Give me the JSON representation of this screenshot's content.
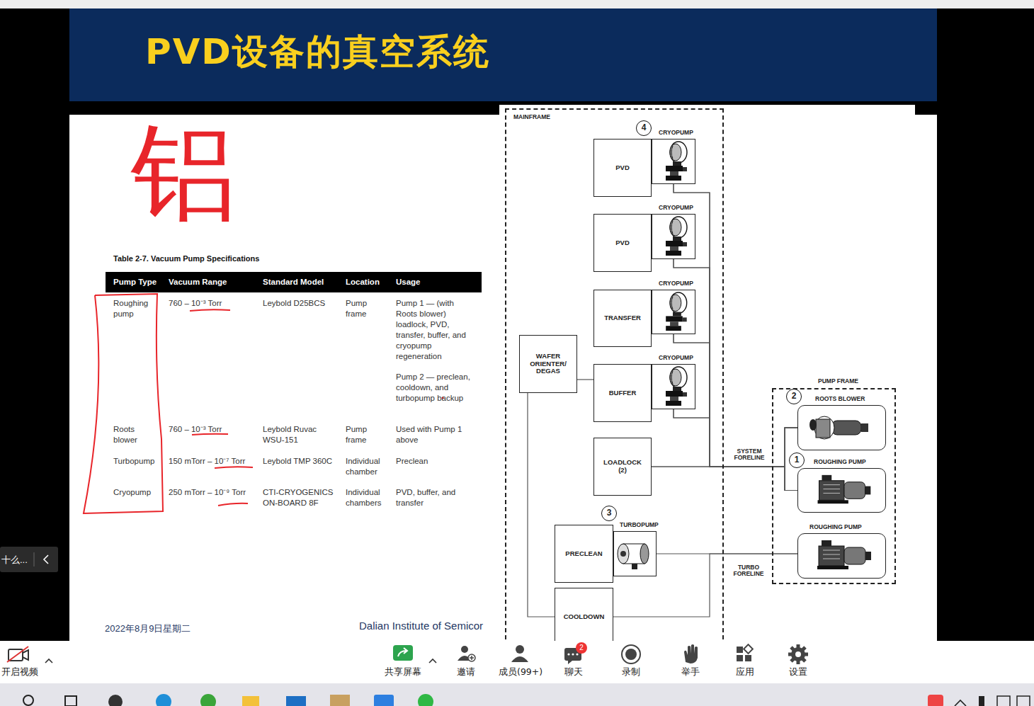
{
  "diagram": {
    "title": "PVD设备的真空系统",
    "nodes": [
      {
        "text": [
          "MAINFRAME"
        ]
      },
      {
        "text": [
          "4"
        ],
        "in": 0
      },
      {
        "text": [
          "CRYOPUMP"
        ],
        "in": 0
      },
      {
        "text": [
          "PVD"
        ],
        "in": 0
      },
      {
        "text": [
          "CRYOPUMP"
        ],
        "in": 0
      },
      {
        "text": [
          "PVD"
        ],
        "in": 0
      },
      {
        "text": [
          "CRYOPUMP"
        ],
        "in": 0
      },
      {
        "text": [
          "TRANSFER"
        ],
        "in": 0
      },
      {
        "text": [
          "CRYOPUMP"
        ],
        "in": 0
      },
      {
        "text": [
          "BUFFER"
        ],
        "in": 0
      },
      {
        "text": [
          "WAFER ORIENTER/ DEGAS"
        ],
        "in": 0
      },
      {
        "text": [
          "LOADLOCK (2)"
        ],
        "in": 0
      },
      {
        "text": [
          "3"
        ],
        "in": 0
      },
      {
        "text": [
          "TURBOPUMP"
        ],
        "in": 0
      },
      {
        "text": [
          "PRECLEAN"
        ],
        "in": 0
      },
      {
        "text": [
          "COOLDOWN"
        ],
        "in": 0
      },
      {
        "text": [
          "PUMP FRAME"
        ]
      },
      {
        "text": [
          "2"
        ],
        "in": 16
      },
      {
        "text": [
          "ROOTS BLOWER"
        ],
        "in": 16
      },
      {
        "text": [
          "1"
        ],
        "in": 16
      },
      {
        "text": [
          "ROUGHING PUMP"
        ],
        "in": 16
      },
      {
        "text": [
          "ROUGHING PUMP"
        ],
        "in": 16
      }
    ],
    "edges": [
      {
        "from": 2,
        "to": 18,
        "arrow": "none"
      },
      {
        "from": 2,
        "to": 20,
        "arrow": "none"
      },
      {
        "from": 4,
        "to": 18,
        "arrow": "none"
      },
      {
        "from": 4,
        "to": 20,
        "arrow": "none"
      },
      {
        "from": 6,
        "to": 18,
        "arrow": "none"
      },
      {
        "from": 6,
        "to": 20,
        "arrow": "none"
      },
      {
        "from": 8,
        "to": 18,
        "arrow": "none"
      },
      {
        "from": 8,
        "to": 20,
        "arrow": "none"
      },
      {
        "from": 11,
        "to": 18,
        "arrow": "none"
      },
      {
        "from": 11,
        "to": 20,
        "arrow": "none"
      },
      {
        "from": 10,
        "to": 9,
        "arrow": "none"
      },
      {
        "from": 13,
        "to": 21,
        "arrow": "none"
      },
      {
        "from": 15,
        "to": 21,
        "arrow": "none"
      },
      {
        "from": 10,
        "to": 15,
        "arrow": "none"
      }
    ],
    "labels": [
      "铝",
      "Table 2-7. Vacuum Pump Specifications",
      "Pump Type",
      "Vacuum Range",
      "Standard Model",
      "Location",
      "Usage",
      "Roughing pump",
      "760 – 10⁻³ Torr",
      "Leybold D25BCS",
      "Pump frame",
      "Pump 1 — (with Roots blower) loadlock, PVD, transfer, buffer, and cryopump regeneration",
      "Pump 2 — preclean, cooldown, and turbopump backup",
      "Roots blower",
      "760 – 10⁻³ Torr",
      "Leybold Ruvac WSU-151",
      "Pump frame",
      "Used with Pump 1 above",
      "Turbopump",
      "150 mTorr – 10⁻⁷ Torr",
      "Leybold TMP 360C",
      "Individual chamber",
      "Preclean",
      "Cryopump",
      "250 mTorr – 10⁻⁹ Torr",
      "CTI-CRYOGENICS ON-BOARD 8F",
      "Individual chambers",
      "PVD, buffer, and transfer",
      "2022年8月9日星期二",
      "Dalian Institute of Semicor",
      "SYSTEM FORELINE",
      "TURBO FORELINE",
      "十么...",
      "开启视频",
      "共享屏幕",
      "邀请",
      "成员(99+)",
      "2",
      "聊天",
      "录制",
      "举手",
      "应用",
      "设置"
    ]
  }
}
